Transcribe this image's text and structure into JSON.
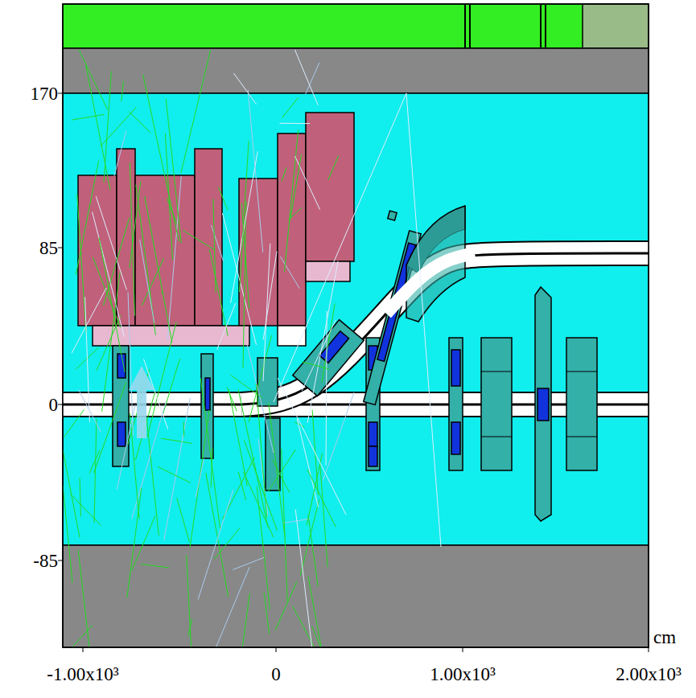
{
  "diagram": {
    "labels": [
      "170",
      "85",
      "0",
      "-85",
      "cm",
      "-1.00x10³",
      "0",
      "1.00x10³",
      "2.00x10³"
    ]
  }
}
